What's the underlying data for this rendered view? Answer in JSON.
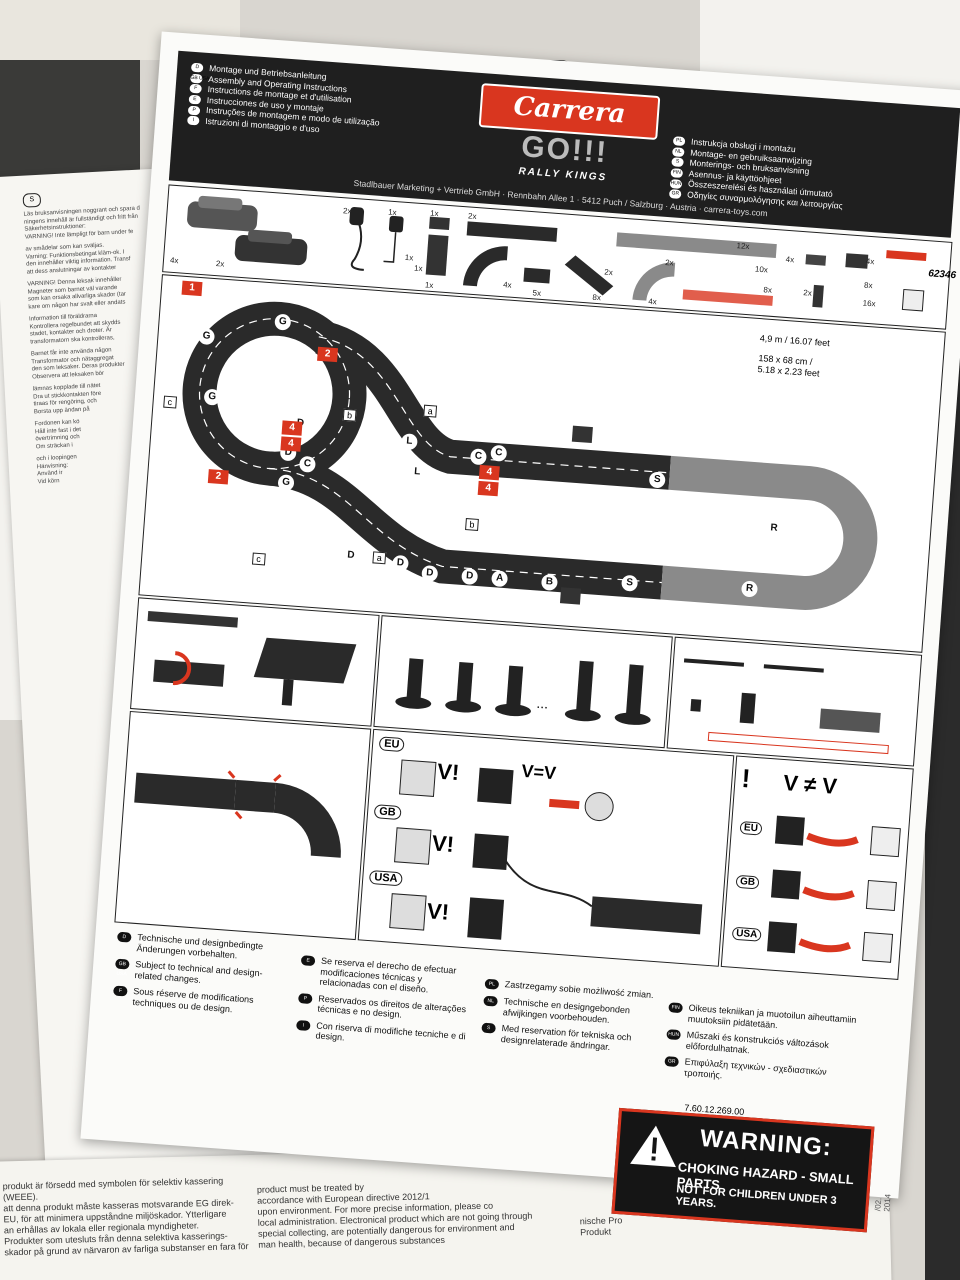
{
  "colors": {
    "accent": "#d9361f",
    "track": "#2a2a2a",
    "paper": "#fbfbf9",
    "header": "#1f1f1f"
  },
  "back_sheet": {
    "lang_code": "S",
    "text_lines": [
      "Läs bruksanvisningen noggrant och spara d",
      "ningens innehåll är fullständigt och fritt från",
      "Säkerhetsinstruktioner:",
      "VARNING! Inte lämpligt för barn under fe",
      "av smådelar som kan sväljas.",
      "Varning: Funktionsbetingat kläm-ok. I",
      "den innehåller viktig information. Transf",
      "att dess anslutningar av kontakter",
      "VARNING! Denna leksak innehåller",
      "Magneter som barnet väl varande",
      "som kan orsaka allvarliga skador (tar",
      "kare om någon har svalt eller andats",
      "Information till föräldrarna",
      "Kontrollera regelbundet att skydds",
      "stadet, kontakter och droter. Är",
      "transformatorn ska kontrolleras,",
      "Barnet får inte använda någon",
      "Transformator och nätaggregat",
      "den som leksaker. Deras produkter",
      "Observera att leksaken bör",
      "lämnas kopplade till nätet",
      "Dra ut stickkontakten före",
      "tiraas för rengöring, och",
      "Borsta upp ändan på",
      "Fordonen kan kö",
      "Håll inte fast i det",
      "övertrimning och",
      "Om sträckan i",
      "och i loopingen",
      "Hänvisning:",
      "Använd ir",
      "Vid körn"
    ]
  },
  "bottom_sheet": {
    "left_lines": [
      "produkt är försedd med symbolen för selektiv kassering",
      "(WEEE).",
      "att denna produkt måste kasseras motsvarande EG direk-",
      "EU, för att minimera uppståndne miljöskador. Ytterligare",
      "an erhållas av lokala eller regionala myndigheter.",
      "Produkter som utesluts från denna selektiva kasserings-",
      "skador på grund av närvaron av farliga substanser en fara för"
    ],
    "right_lines": [
      "product must be treated by",
      "accordance with European directive 2012/1",
      "upon environment. For more precise information, please co",
      "local administration. Electronical product which are not going through",
      "special collecting, are potentially dangerous for environment and",
      "man health, because of dangerous substances"
    ],
    "far_right_lines": [
      "nische Pro",
      "Produkt"
    ]
  },
  "header": {
    "left_langs": [
      {
        "code": "D",
        "text": "Montage und Betriebsanleitung"
      },
      {
        "code": "GB USA",
        "text": "Assembly and Operating Instructions"
      },
      {
        "code": "F",
        "text": "Instructions de montage et d'utilisation"
      },
      {
        "code": "E",
        "text": "Instrucciones de uso y montaje"
      },
      {
        "code": "P",
        "text": "Instruções de montagem e modo de utilização"
      },
      {
        "code": "I",
        "text": "Istruzioni di montaggio e d'uso"
      }
    ],
    "right_langs": [
      {
        "code": "PL",
        "text": "Instrukcja obsługi i montażu"
      },
      {
        "code": "NL",
        "text": "Montage- en gebruiksaanwijzing"
      },
      {
        "code": "S",
        "text": "Monterings- och bruksanvisning"
      },
      {
        "code": "FIN",
        "text": "Asennus- ja käyttöohjeet"
      },
      {
        "code": "HUN",
        "text": "Összeszerelési és használati útmutató"
      },
      {
        "code": "GR",
        "text": "Οδηγίες συναρμολόγησης και λειτουργίας"
      }
    ],
    "logo": "Carrera",
    "product": "GO!!!",
    "subtitle": "RALLY KINGS",
    "address": "Stadlbauer Marketing + Vertrieb GmbH · Rennbahn Allee 1 · 5412 Puch / Salzburg · Austria · carrera-toys.com"
  },
  "article_no": "62346",
  "parts": {
    "counts": [
      "4x",
      "2x",
      "2x",
      "1x",
      "1x",
      "1x",
      "2x",
      "1x",
      "1x",
      "4x",
      "5x",
      "8x",
      "2x",
      "2x",
      "4x",
      "12x",
      "10x",
      "8x",
      "4x",
      "2x",
      "4x",
      "8x",
      "16x"
    ],
    "letters": [
      "A",
      "B",
      "C",
      "D",
      "G",
      "L",
      "S",
      "R"
    ]
  },
  "layout": {
    "length": "4,9 m / 16.07 feet",
    "size_line1": "158 x 68 cm /",
    "size_line2": "5.18 x 2.23 feet",
    "step_labels": [
      "1",
      "2",
      "2",
      "4",
      "4",
      "4",
      "4"
    ],
    "letter_labels": [
      "a",
      "a",
      "b",
      "b",
      "c",
      "c"
    ],
    "track_letters": [
      "G",
      "G",
      "G",
      "G",
      "D",
      "D",
      "D",
      "D",
      "C",
      "C",
      "L",
      "L",
      "D",
      "D",
      "C",
      "S",
      "S",
      "R",
      "R",
      "A",
      "B"
    ]
  },
  "power": {
    "eu": "EU",
    "gb": "GB",
    "usa": "USA",
    "v_ok": "V!",
    "v_eq": "V=V",
    "v_neq": "V ≠ V",
    "excl": "!"
  },
  "footer": {
    "col1": [
      {
        "code": "D",
        "text": "Technische und designbedingte Änderungen vorbehalten."
      },
      {
        "code": "GB USA",
        "text": "Subject to technical and design-related changes."
      },
      {
        "code": "F",
        "text": "Sous réserve de modifications techniques ou de design."
      }
    ],
    "col2": [
      {
        "code": "E",
        "text": "Se reserva el derecho de efectuar modificaciones técnicas y relacionadas con el diseño."
      },
      {
        "code": "P",
        "text": "Reservados os direitos de alterações técnicas e no design."
      },
      {
        "code": "I",
        "text": "Con riserva di modifiche tecniche e di design."
      }
    ],
    "col3": [
      {
        "code": "PL",
        "text": "Zastrzegamy sobie możliwość zmian."
      },
      {
        "code": "NL",
        "text": "Technische en designgebonden afwijkingen voorbehouden."
      },
      {
        "code": "S",
        "text": "Med reservation för tekniska och designrelaterade ändringar."
      }
    ],
    "col4": [
      {
        "code": "FIN",
        "text": "Oikeus tekniikan ja muotoilun aiheuttamiin muutoksiin pidätetään."
      },
      {
        "code": "HUN",
        "text": "Műszaki és konstrukciós változások előfordulhatnak."
      },
      {
        "code": "GR",
        "text": "Επιφύλαξη τεχνικών - σχεδιαστικών τροποιής."
      }
    ],
    "doc_no": "7.60.12.269.00",
    "date": "/02. 2014"
  },
  "warning": {
    "title": "WARNING:",
    "line1": "CHOKING HAZARD - SMALL PARTS",
    "line2": "NOT FOR CHILDREN UNDER 3 YEARS."
  }
}
